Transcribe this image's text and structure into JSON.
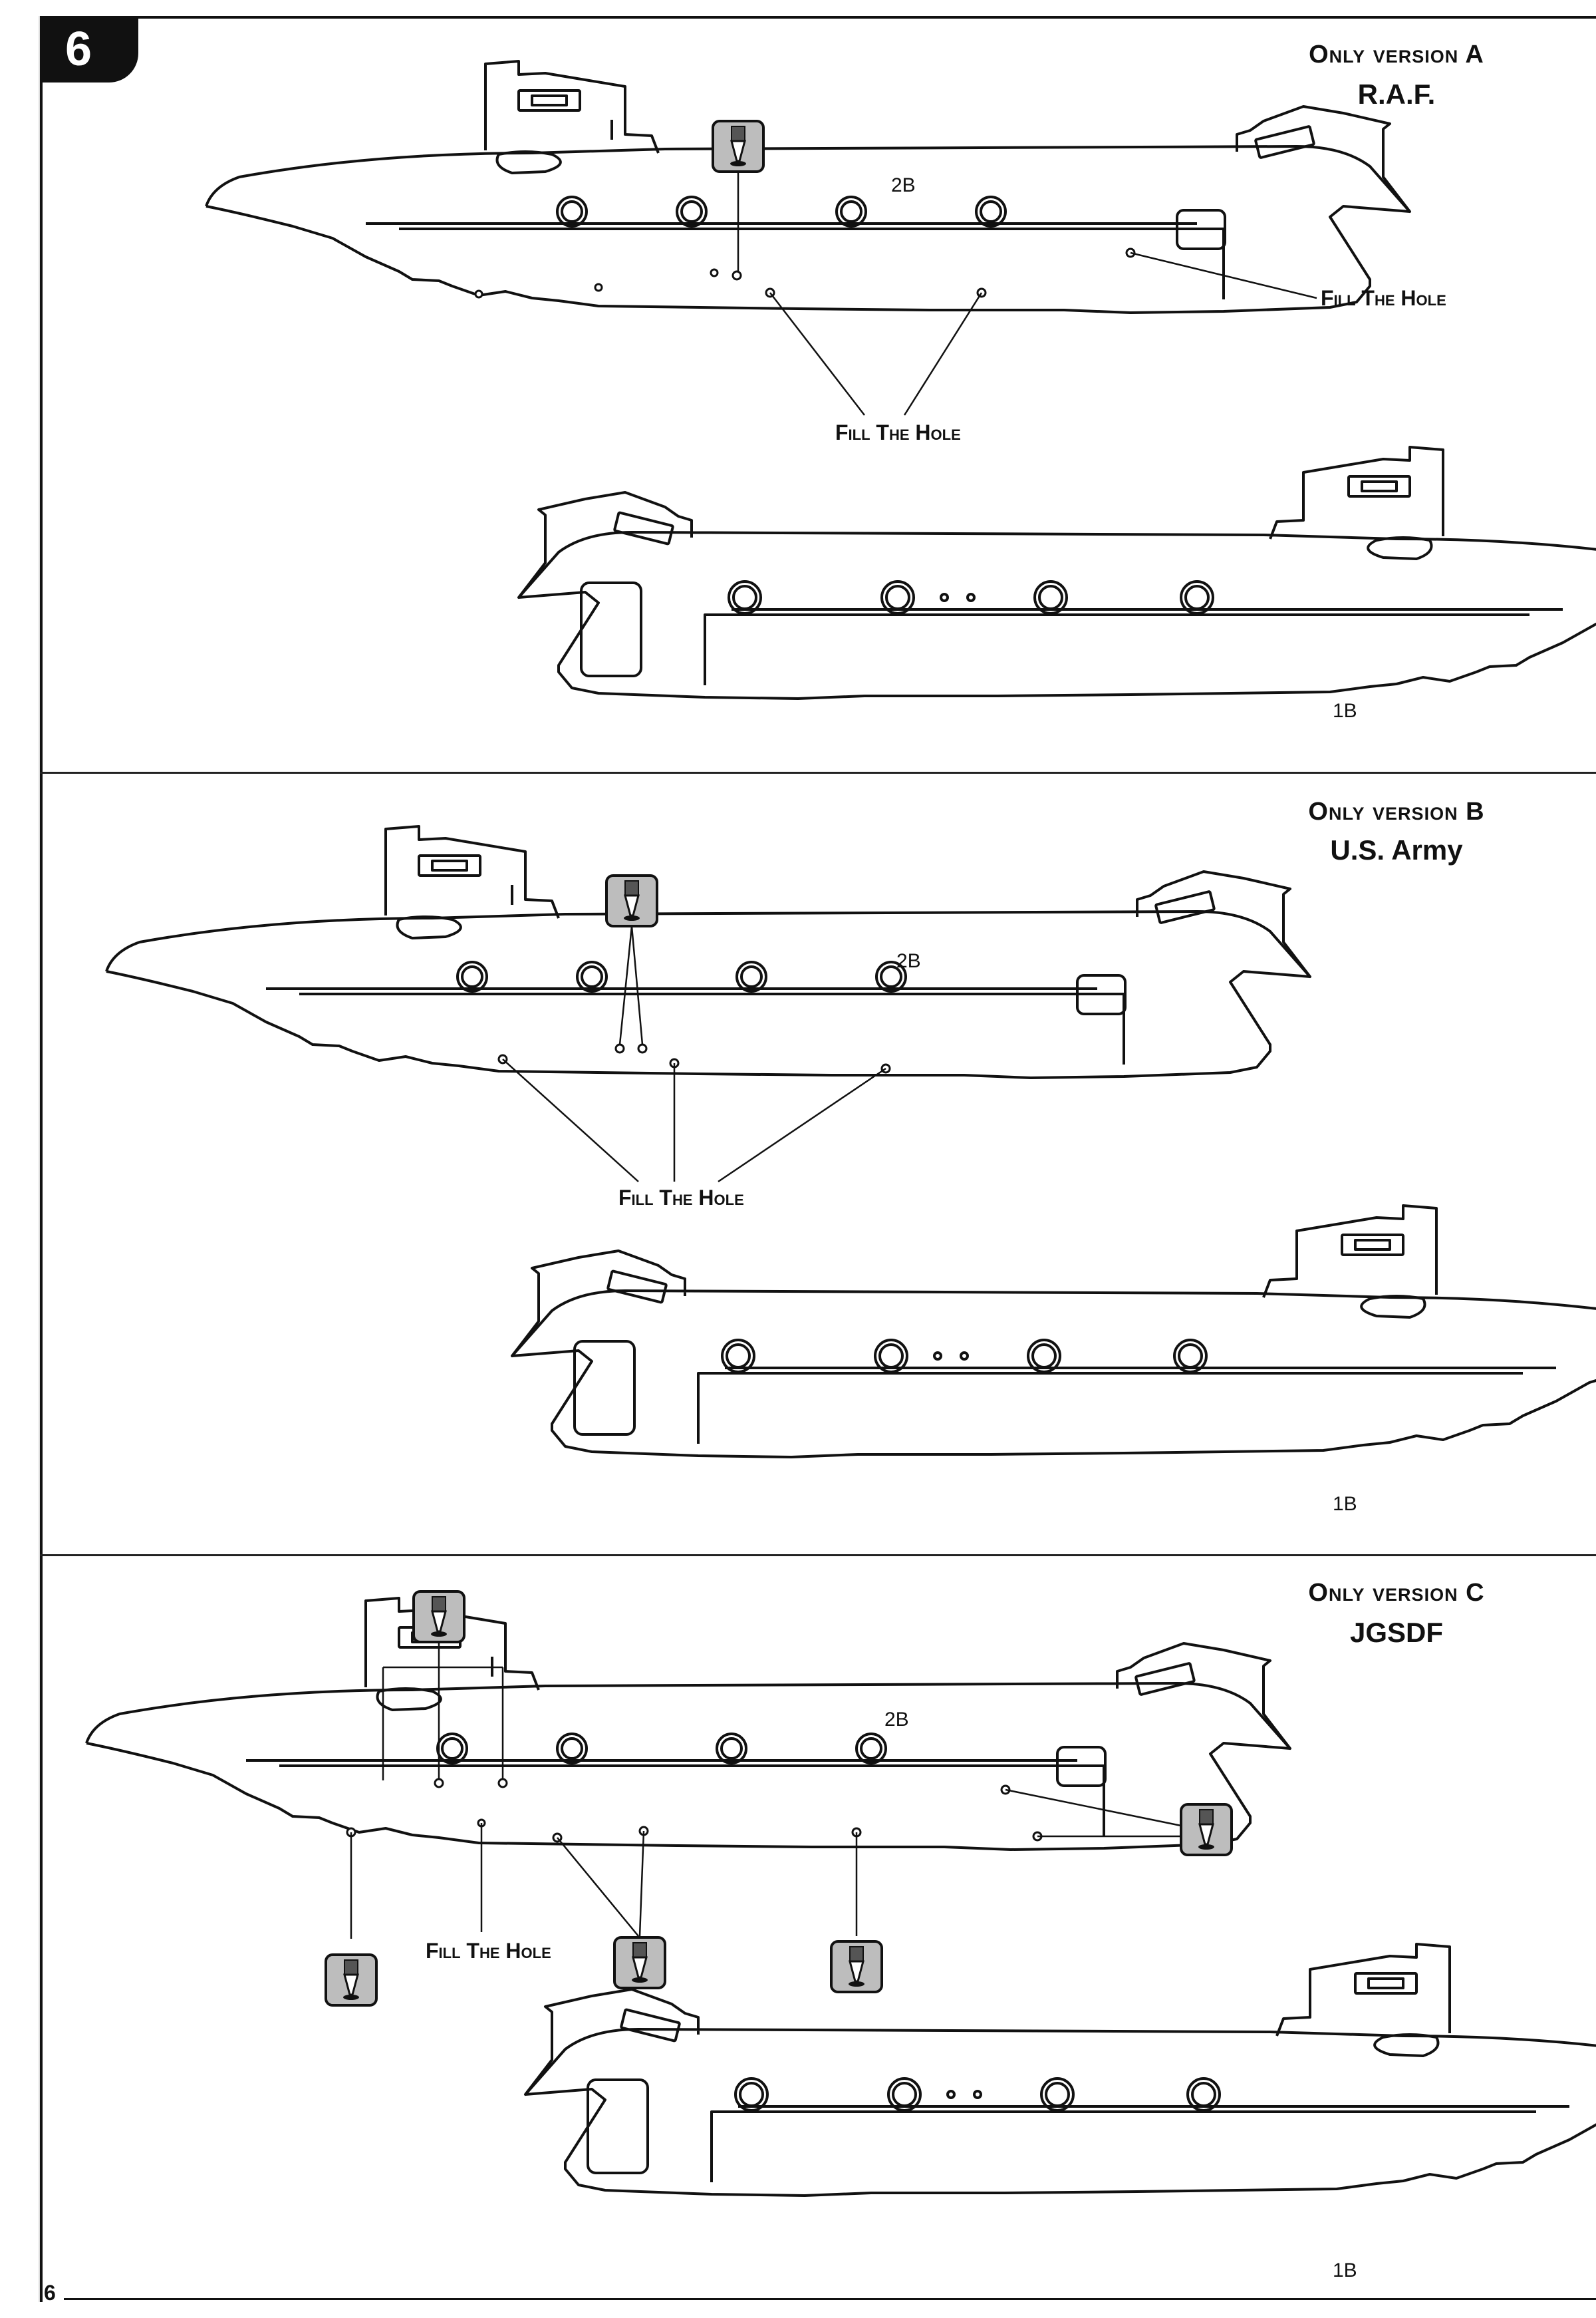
{
  "step": {
    "number": "6"
  },
  "page_number": "6",
  "panels": [
    {
      "version_title": "Only version A",
      "version_name": "R.A.F.",
      "part_top": "2B",
      "part_bottom": "1B",
      "callouts": [
        "Fill The Hole",
        "Fill The Hole"
      ]
    },
    {
      "version_title": "Only version B",
      "version_name": "U.S. Army",
      "part_top": "2B",
      "part_bottom": "1B",
      "callouts": [
        "Fill The Hole"
      ]
    },
    {
      "version_title": "Only version C",
      "version_name": "JGSDF",
      "part_top": "2B",
      "part_bottom": "1B",
      "callouts": [
        "Fill The Hole"
      ]
    }
  ],
  "icons": {
    "drill": "drill-hole-icon"
  }
}
